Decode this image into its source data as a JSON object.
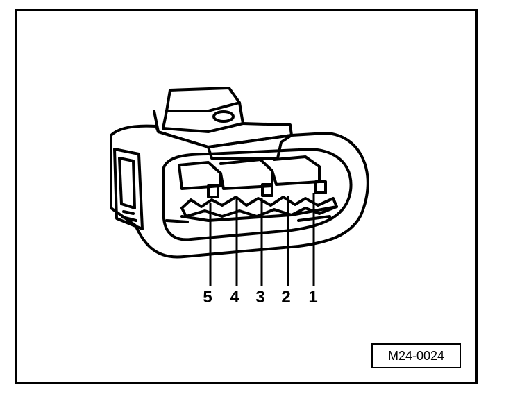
{
  "pin_labels": [
    "5",
    "4",
    "3",
    "2",
    "1"
  ],
  "figure_code": "M24-0024"
}
